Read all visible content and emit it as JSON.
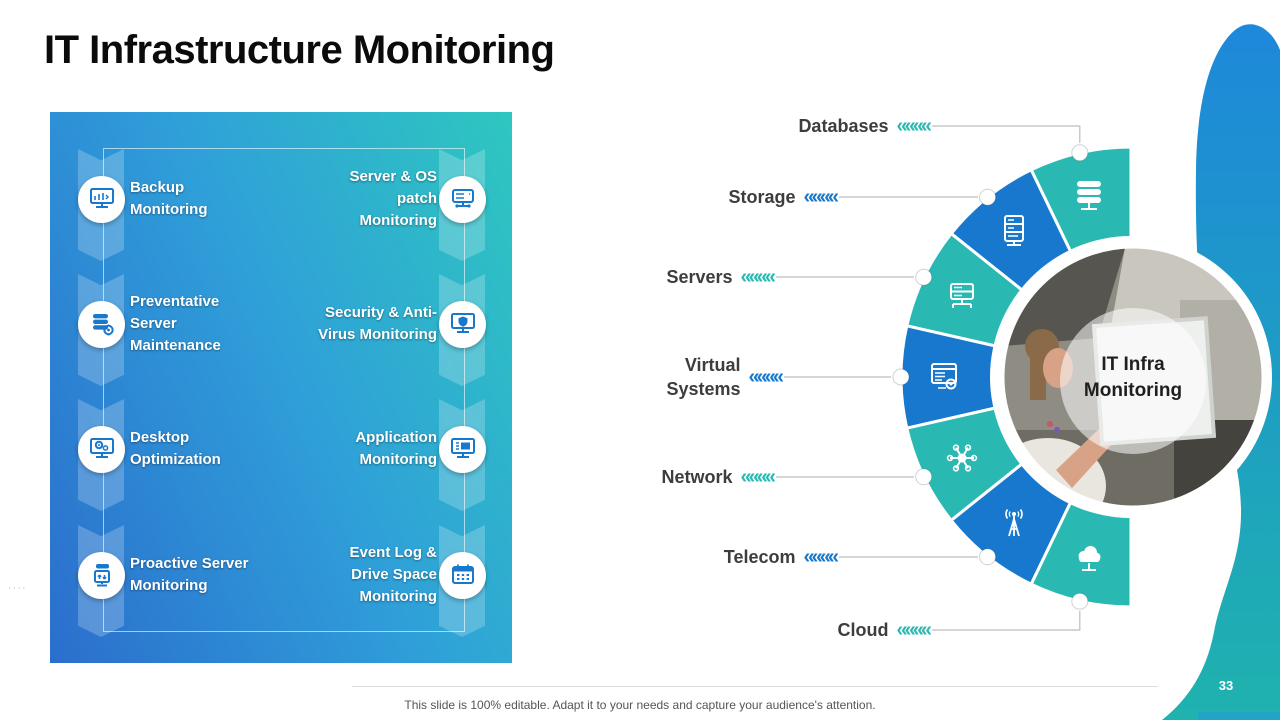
{
  "slide": {
    "title": "IT Infrastructure Monitoring",
    "page_number": "33",
    "footer": "This slide is 100% editable. Adapt it to your needs and capture your audience's attention.",
    "watermark_dots": "····"
  },
  "colors": {
    "teal": "#29b9b2",
    "blue": "#1878ce"
  },
  "panel": {
    "items": [
      {
        "id": "backup-monitoring",
        "lines": [
          "Backup",
          "Monitoring"
        ]
      },
      {
        "id": "server-os-patch-monitoring",
        "lines": [
          "Server & OS",
          "patch",
          "Monitoring"
        ]
      },
      {
        "id": "preventative-server-maintenance",
        "lines": [
          "Preventative",
          "Server",
          "Maintenance"
        ]
      },
      {
        "id": "security-anti-virus-monitoring",
        "lines": [
          "Security & Anti-",
          "Virus Monitoring"
        ]
      },
      {
        "id": "desktop-optimization",
        "lines": [
          "Desktop",
          "Optimization"
        ]
      },
      {
        "id": "application-monitoring",
        "lines": [
          "Application",
          "Monitoring"
        ]
      },
      {
        "id": "proactive-server-monitoring",
        "lines": [
          "Proactive Server",
          "Monitoring"
        ]
      },
      {
        "id": "event-log-drive-space",
        "lines": [
          "Event Log &",
          "Drive Space",
          "Monitoring"
        ]
      }
    ]
  },
  "ring": {
    "chevrons": "««««",
    "center_lines": [
      "IT Infra",
      "Monitoring"
    ],
    "items": [
      {
        "label": "Databases",
        "color": "#29b9b2"
      },
      {
        "label": "Storage",
        "color": "#1878ce"
      },
      {
        "label": "Servers",
        "color": "#29b9b2"
      },
      {
        "label": "Virtual Systems",
        "lines": [
          "Virtual",
          "Systems"
        ],
        "color": "#1878ce"
      },
      {
        "label": "Network",
        "color": "#29b9b2"
      },
      {
        "label": "Telecom",
        "color": "#1878ce"
      },
      {
        "label": "Cloud",
        "color": "#29b9b2"
      }
    ]
  }
}
